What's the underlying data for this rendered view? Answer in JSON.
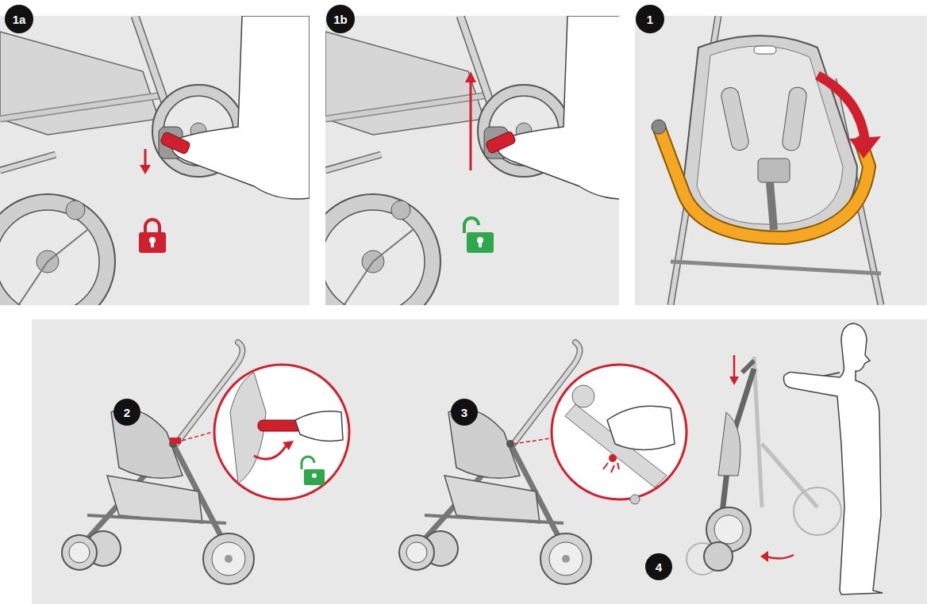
{
  "diagram": {
    "labels": [
      "1a",
      "1b",
      "1",
      "2",
      "3",
      "4"
    ]
  }
}
